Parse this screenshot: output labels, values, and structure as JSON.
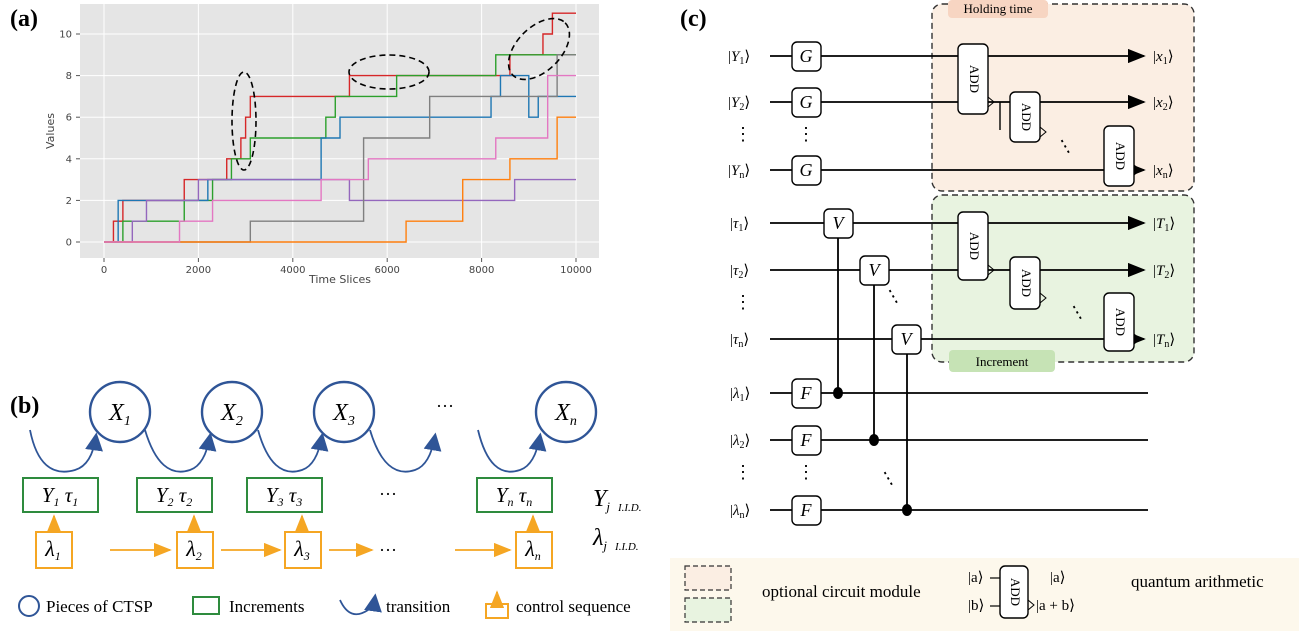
{
  "panels": {
    "a": "(a)",
    "b": "(b)",
    "c": "(c)"
  },
  "chart_data": {
    "type": "line",
    "xlabel": "Time Slices",
    "ylabel": "Values",
    "xlim": [
      0,
      10000
    ],
    "ylim": [
      -0.6,
      11.2
    ],
    "x_ticks": [
      "0",
      "2000",
      "4000",
      "6000",
      "8000",
      "10000"
    ],
    "y_ticks": [
      "0",
      "2",
      "4",
      "6",
      "8",
      "10"
    ],
    "grid": true,
    "series": [
      {
        "color": "#d62728",
        "x": [
          0,
          200,
          400,
          1700,
          2100,
          2600,
          2900,
          3000,
          3100,
          3200,
          3500,
          5200,
          8600,
          9300,
          9500,
          10000
        ],
        "y": [
          0,
          1,
          2,
          3,
          3,
          4,
          5,
          6,
          7,
          7,
          7,
          8,
          9,
          10,
          11,
          11
        ]
      },
      {
        "color": "#2ca02c",
        "x": [
          0,
          400,
          1700,
          2300,
          2700,
          2900,
          3100,
          4700,
          4900,
          6200,
          8300,
          8600,
          10000
        ],
        "y": [
          0,
          1,
          2,
          3,
          4,
          4,
          5,
          6,
          7,
          8,
          9,
          9,
          9
        ]
      },
      {
        "color": "#1f77b4",
        "x": [
          0,
          300,
          1400,
          2200,
          3700,
          4600,
          5000,
          6300,
          8200,
          8400,
          9000,
          9200,
          10000
        ],
        "y": [
          0,
          2,
          2,
          3,
          3,
          5,
          6,
          6,
          7,
          8,
          6,
          7,
          7
        ]
      },
      {
        "color": "#9467bd",
        "x": [
          0,
          600,
          900,
          1700,
          2000,
          2500,
          4400,
          5200,
          8700,
          10000
        ],
        "y": [
          0,
          1,
          2,
          2,
          3,
          3,
          3,
          2,
          3,
          3
        ]
      },
      {
        "color": "#7f7f7f",
        "x": [
          0,
          1700,
          3100,
          5300,
          5500,
          6900,
          9600,
          10000
        ],
        "y": [
          0,
          0,
          1,
          1,
          5,
          7,
          9,
          9
        ]
      },
      {
        "color": "#ff7f0e",
        "x": [
          0,
          2100,
          2600,
          5300,
          6400,
          7600,
          8600,
          9600,
          10000
        ],
        "y": [
          0,
          0,
          0,
          0,
          1,
          3,
          4,
          6,
          6
        ]
      },
      {
        "color": "#e377c2",
        "x": [
          0,
          1600,
          2300,
          3100,
          4600,
          5600,
          6400,
          8300,
          9400,
          10000
        ],
        "y": [
          0,
          1,
          2,
          2,
          3,
          4,
          4,
          5,
          8,
          8
        ]
      }
    ]
  },
  "diagram_b": {
    "states": [
      "X1",
      "X2",
      "X3",
      "Xn"
    ],
    "ellipsis": "···",
    "increment_boxes": [
      "Y1 τ1",
      "Y2 τ2",
      "Y3 τ3",
      "Yn τn"
    ],
    "control_boxes": [
      "λ1",
      "λ2",
      "λ3",
      "λn"
    ],
    "iid_y": "Yj I.I.D.",
    "iid_lambda": "λj I.I.D.",
    "legend": [
      "Pieces of CTSP",
      "Increments",
      "transition",
      "control sequence"
    ]
  },
  "diagram_c": {
    "holding_label": "Holding time",
    "increment_label": "Increment",
    "inputs_y": [
      "|Y1⟩",
      "|Y2⟩",
      "|Yn⟩"
    ],
    "inputs_tau": [
      "|τ1⟩",
      "|τ2⟩",
      "|τn⟩"
    ],
    "inputs_lambda": [
      "|λ1⟩",
      "|λ2⟩",
      "|λn⟩"
    ],
    "outputs_x": [
      "|x1⟩",
      "|x2⟩",
      "|xn⟩"
    ],
    "outputs_t": [
      "|T1⟩",
      "|T2⟩",
      "|Tn⟩"
    ],
    "gate_g": "G",
    "gate_v": "V",
    "gate_f": "F",
    "add_label": "ADD",
    "legend_module": "optional circuit module",
    "legend_arith": "quantum arithmetic",
    "arith_in_a": "|a⟩",
    "arith_in_b": "|b⟩",
    "arith_out_a": "|a⟩",
    "arith_out_ab": "|a + b⟩",
    "colors": {
      "holding": "#fbeee3",
      "holding_tag": "#f7d5c2",
      "increment": "#e8f3e0",
      "increment_tag": "#c6e3b5",
      "legend_bg": "#fdf8ec",
      "blue": "#2f5597",
      "green": "#2e8b3e",
      "orange": "#f5a623"
    }
  }
}
